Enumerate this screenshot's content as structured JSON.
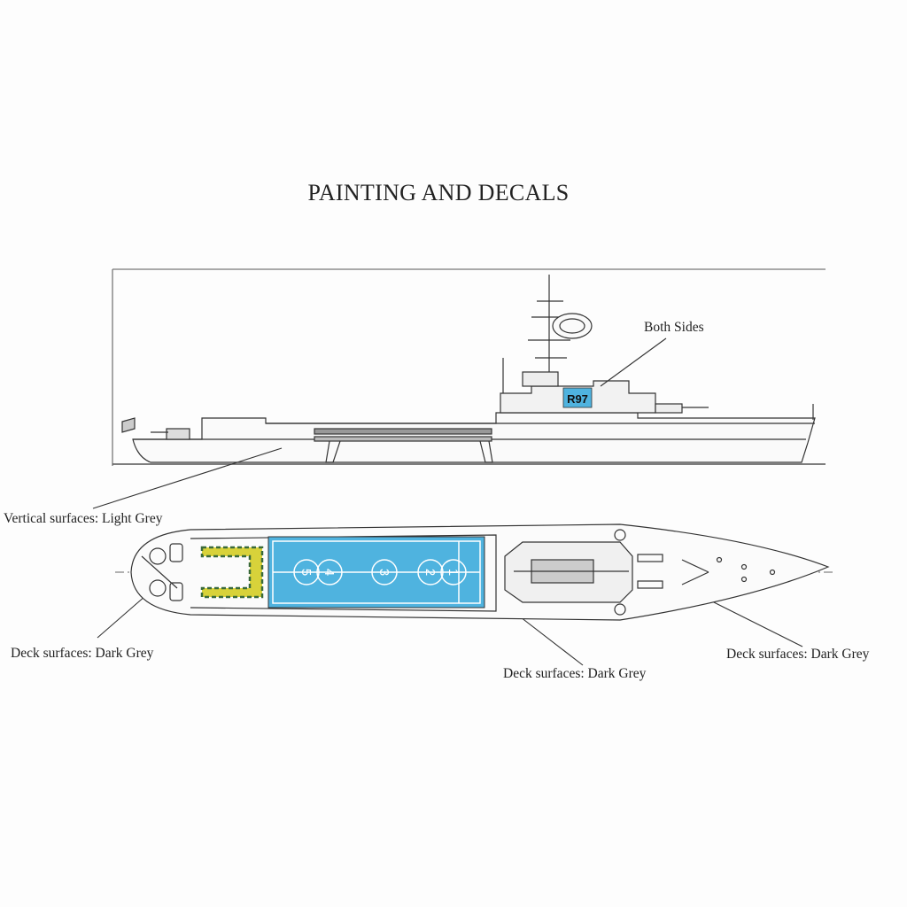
{
  "page": {
    "title": "PAINTING AND DECALS"
  },
  "labels": {
    "both_sides": "Both Sides",
    "vertical_surfaces": "Vertical surfaces: Light Grey",
    "deck_left": "Deck surfaces: Dark Grey",
    "deck_center": "Deck surfaces: Dark Grey",
    "deck_right": "Deck surfaces: Dark Grey"
  },
  "decals": {
    "hull_number": "R97",
    "spot_numbers": [
      "5",
      "4",
      "3",
      "2",
      "1"
    ]
  },
  "colors": {
    "decal_blue": "#4fb3df",
    "hazard_yellow": "#d8d23a",
    "hazard_green": "#3a6a3a",
    "line": "#333333"
  }
}
